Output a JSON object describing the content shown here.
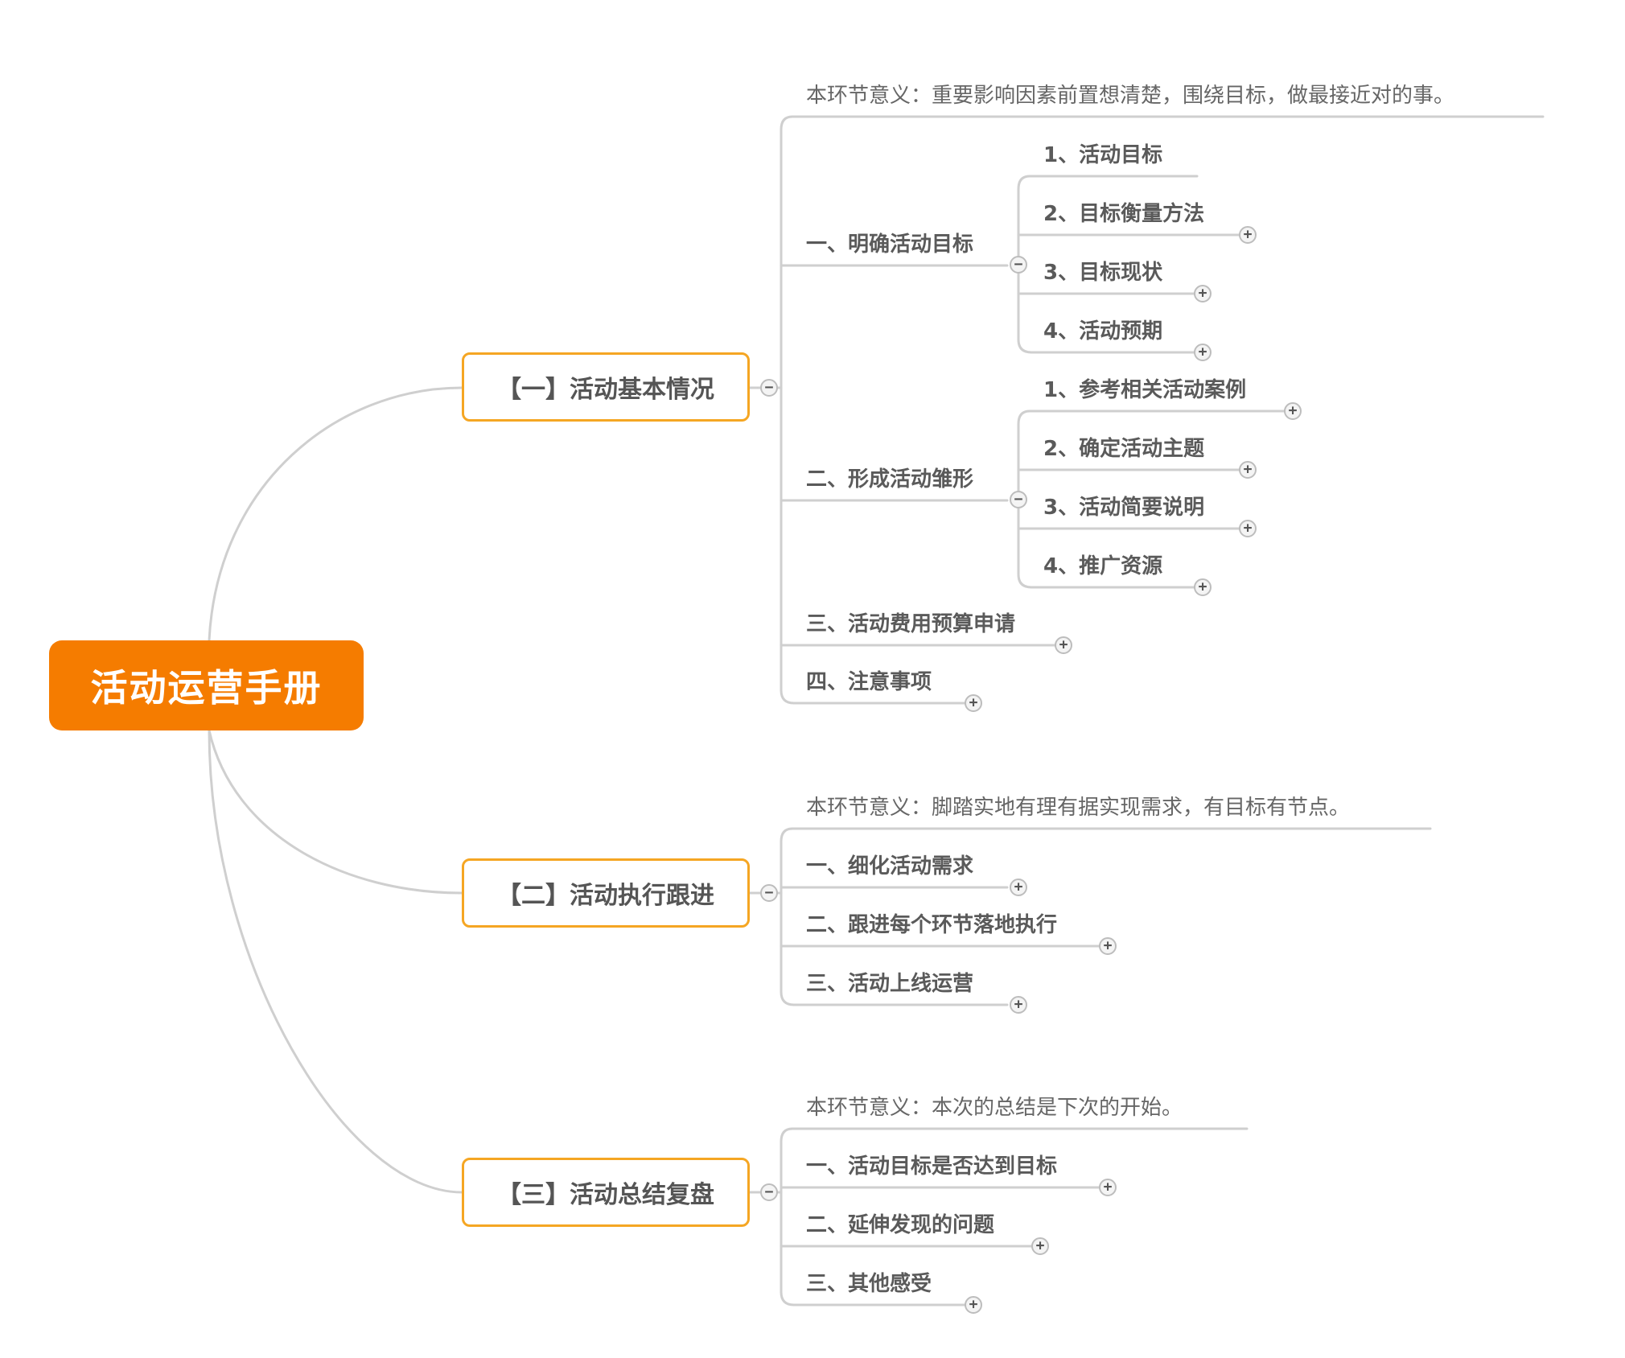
{
  "root": {
    "title": "活动运营手册"
  },
  "branches": [
    {
      "title": "【一】活动基本情况",
      "note": "本环节意义：重要影响因素前置想清楚，围绕目标，做最接近对的事。",
      "children": [
        {
          "title": "一、明确活动目标",
          "children": [
            "1、活动目标",
            "2、目标衡量方法",
            "3、目标现状",
            "4、活动预期"
          ]
        },
        {
          "title": "二、形成活动雏形",
          "children": [
            "1、参考相关活动案例",
            "2、确定活动主题",
            "3、活动简要说明",
            "4、推广资源"
          ]
        },
        {
          "title": "三、活动费用预算申请"
        },
        {
          "title": "四、注意事项"
        }
      ]
    },
    {
      "title": "【二】活动执行跟进",
      "note": "本环节意义：脚踏实地有理有据实现需求，有目标有节点。",
      "children": [
        {
          "title": "一、细化活动需求"
        },
        {
          "title": "二、跟进每个环节落地执行"
        },
        {
          "title": "三、活动上线运营"
        }
      ]
    },
    {
      "title": "【三】活动总结复盘",
      "note": "本环节意义：本次的总结是下次的开始。",
      "children": [
        {
          "title": "一、活动目标是否达到目标"
        },
        {
          "title": "二、延伸发现的问题"
        },
        {
          "title": "三、其他感受"
        }
      ]
    }
  ],
  "colors": {
    "root_bg": "#f57c00",
    "branch_border": "#f5a623",
    "connector": "#cfcfcf"
  },
  "toggle_symbols": {
    "collapse": "−",
    "expand": "+"
  }
}
